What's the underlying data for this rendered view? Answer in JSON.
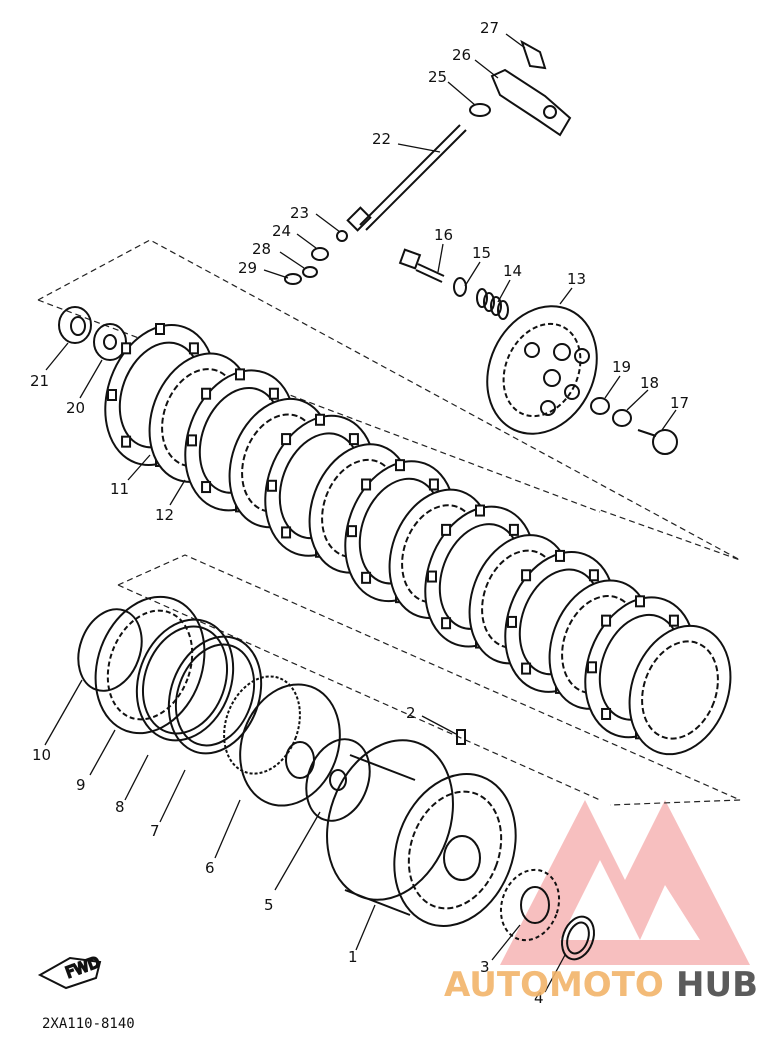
{
  "diagram": {
    "part_code": "2XA110-8140",
    "direction_label": "FWD",
    "callouts": [
      "1",
      "2",
      "3",
      "4",
      "5",
      "6",
      "7",
      "8",
      "9",
      "10",
      "11",
      "12",
      "13",
      "14",
      "15",
      "16",
      "17",
      "18",
      "19",
      "20",
      "21",
      "22",
      "23",
      "24",
      "25",
      "26",
      "27",
      "28",
      "29"
    ]
  },
  "watermark": {
    "text_orange": "AUTOMOTO",
    "text_gray": "HUB",
    "colors": {
      "orange": "#f2b46a",
      "gray": "#4a4a4a",
      "logo_red": "#f28b8b"
    }
  },
  "colors": {
    "ink": "#111111",
    "paper": "#ffffff"
  }
}
